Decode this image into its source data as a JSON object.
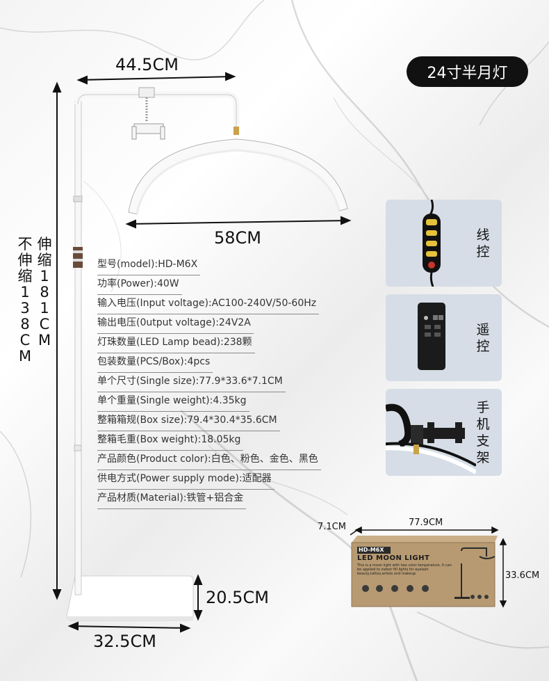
{
  "badge": "24寸半月灯",
  "dimensions": {
    "arm_width": "44.5CM",
    "lamp_width": "58CM",
    "height_extended": "伸缩181CM",
    "height_retracted": "不伸缩138CM",
    "base_height": "20.5CM",
    "base_width": "32.5CM"
  },
  "specs": [
    "型号(model):HD-M6X",
    "功率(Power):40W",
    "输入电压(Input voltage):AC100-240V/50-60Hz",
    "输出电压(0utput voltage):24V2A",
    "灯珠数量(LED Lamp bead):238颗",
    "包装数量(PCS/Box):4pcs",
    "单个尺寸(Single size):77.9*33.6*7.1CM",
    "单个重量(Single weight):4.35kg",
    "整箱箱规(Box size):79.4*30.4*35.6CM",
    "整箱毛重(Box weight):18.05kg",
    "产品颜色(Product color):白色、粉色、金色、黑色",
    "供电方式(Power supply mode):适配器",
    "产品材质(Material):铁管+铝合金"
  ],
  "features": [
    {
      "label": "线控",
      "icon": "inline-controller-icon"
    },
    {
      "label": "遥控",
      "icon": "remote-control-icon"
    },
    {
      "label": "手机支架",
      "icon": "phone-holder-icon"
    }
  ],
  "box": {
    "depth": "7.1CM",
    "length": "77.9CM",
    "height": "33.6CM",
    "model_tag": "HD-M6X",
    "title": "LED MOON LIGHT",
    "desc": "This is a moon light with two color temperature. It can be applied to indoor fill lights for eyelash beauty,tattoo,artists and makeup."
  },
  "colors": {
    "badge_bg": "#111111",
    "card_bg": "#d6dde6",
    "box_kraft": "#b79a72"
  }
}
